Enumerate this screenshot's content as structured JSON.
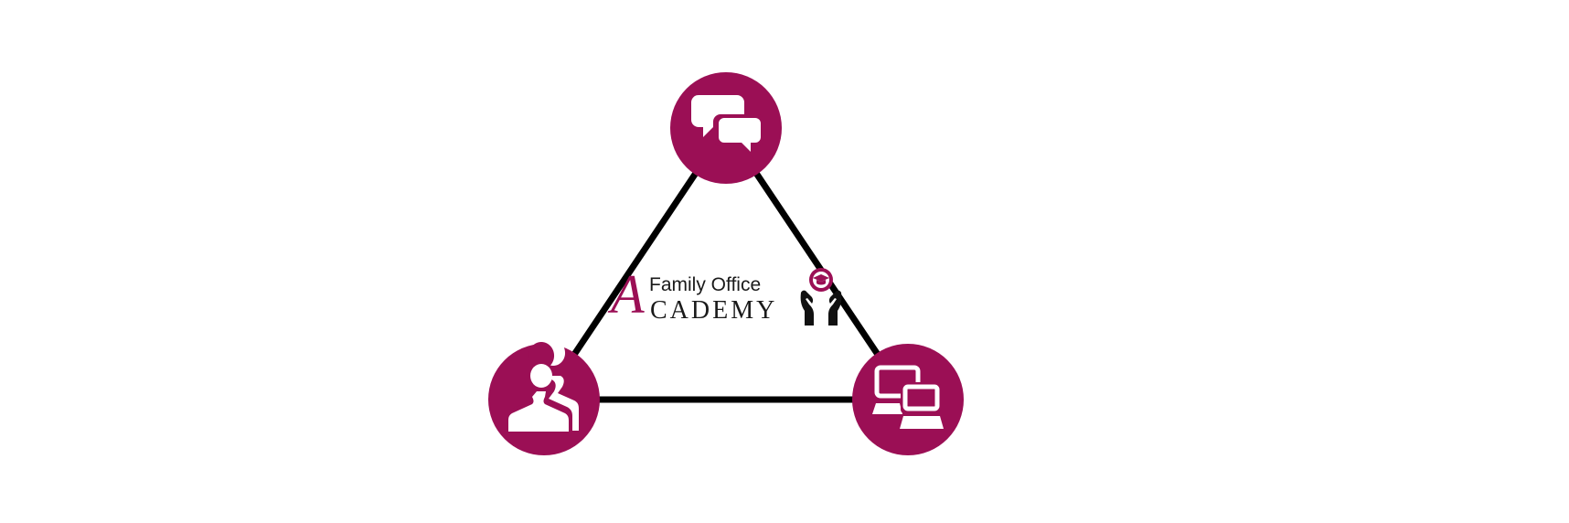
{
  "logo": {
    "initial": "A",
    "line1": "Family Office",
    "line2": "CADEMY",
    "emblem": "hands-holding-graduation-cap-icon"
  },
  "nodes": [
    {
      "id": "top",
      "icon": "chat-bubbles-icon"
    },
    {
      "id": "bottom-left",
      "icon": "users-icon"
    },
    {
      "id": "bottom-right",
      "icon": "devices-icon"
    }
  ],
  "colors": {
    "accent": "#9b0f55",
    "line": "#000000",
    "icon": "#ffffff"
  }
}
